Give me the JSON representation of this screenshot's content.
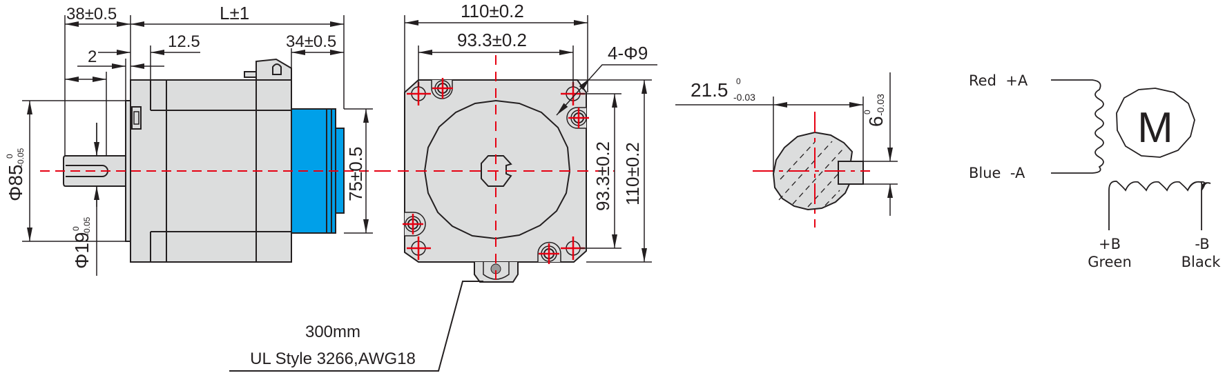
{
  "diagram": {
    "type": "stepper-motor-dimension-drawing",
    "colors": {
      "body_fill": "#dcdddd",
      "encoder_fill": "#00a0e9",
      "line": "#231f20",
      "centerline": "#e60012"
    },
    "side_view": {
      "dims": {
        "shaft_length": "38±0.5",
        "body_length": "L±1",
        "flange_offset": "12.5",
        "flange_thickness": "2",
        "encoder_length": "34±0.5",
        "pilot_diameter_main": "Φ85",
        "pilot_diameter_tol_upper": "0",
        "pilot_diameter_tol_lower": "-0.05",
        "shaft_diameter_main": "Φ19",
        "shaft_diameter_tol_upper": "0",
        "shaft_diameter_tol_lower": "-0.05",
        "encoder_height": "75±0.5"
      }
    },
    "front_view": {
      "dims": {
        "flange_width": "110±0.2",
        "hole_spacing_h": "93.3±0.2",
        "mounting_holes": "4-Φ9",
        "hole_spacing_v": "93.3±0.2",
        "flange_height": "110±0.2"
      }
    },
    "cable": {
      "length": "300mm",
      "spec": "UL Style 3266,AWG18"
    },
    "shaft_section": {
      "dims": {
        "flat_main": "21.5",
        "flat_tol_upper": "0",
        "flat_tol_lower": "-0.03",
        "key_main": "6",
        "key_tol_upper": "0",
        "key_tol_lower": "-0.03"
      }
    },
    "wiring": {
      "motor_symbol": "M",
      "phase_a_pos": "Red  +A",
      "phase_a_neg": "Blue  -A",
      "phase_b_pos_sign": "+B",
      "phase_b_pos_color": "Green",
      "phase_b_neg_sign": "-B",
      "phase_b_neg_color": "Black"
    }
  }
}
